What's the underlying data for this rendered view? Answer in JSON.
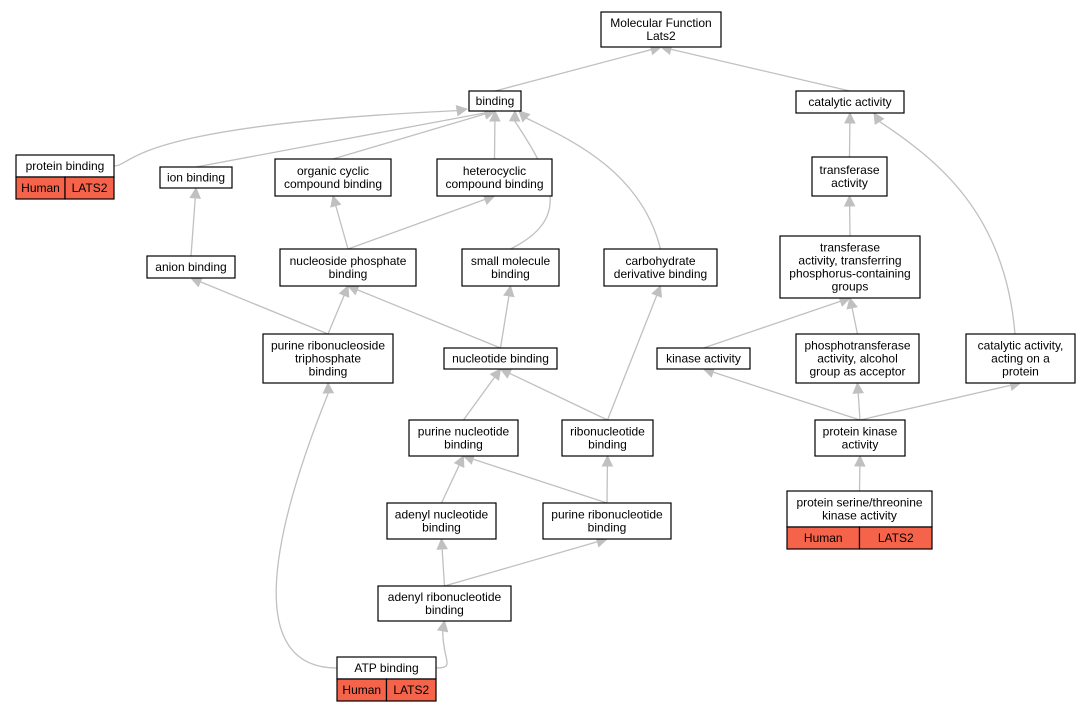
{
  "nodes": {
    "mf": [
      "Molecular Function",
      "Lats2"
    ],
    "binding": [
      "binding"
    ],
    "catalytic": [
      "catalytic activity"
    ],
    "protein_binding": [
      "protein binding"
    ],
    "ion_binding": [
      "ion binding"
    ],
    "organic_cyclic": [
      "organic cyclic",
      "compound binding"
    ],
    "heterocyclic": [
      "heterocyclic",
      "compound binding"
    ],
    "transferase": [
      "transferase",
      "activity"
    ],
    "anion_binding": [
      "anion binding"
    ],
    "nuc_phosphate": [
      "nucleoside phosphate",
      "binding"
    ],
    "small_molecule": [
      "small molecule",
      "binding"
    ],
    "carbohydrate": [
      "carbohydrate",
      "derivative binding"
    ],
    "transferase_p": [
      "transferase",
      "activity, transferring",
      "phosphorus-containing",
      "groups"
    ],
    "purine_rnt": [
      "purine ribonucleoside",
      "triphosphate",
      "binding"
    ],
    "nucleotide": [
      "nucleotide binding"
    ],
    "kinase": [
      "kinase activity"
    ],
    "phosphotransferase": [
      "phosphotransferase",
      "activity, alcohol",
      "group as acceptor"
    ],
    "catalytic_protein": [
      "catalytic activity,",
      "acting on a",
      "protein"
    ],
    "purine_nuc": [
      "purine nucleotide",
      "binding"
    ],
    "ribonuc": [
      "ribonucleotide",
      "binding"
    ],
    "protein_kinase": [
      "protein kinase",
      "activity"
    ],
    "adenyl_nuc": [
      "adenyl nucleotide",
      "binding"
    ],
    "purine_ribonuc": [
      "purine ribonucleotide",
      "binding"
    ],
    "ser_thr_kinase": [
      "protein serine/threonine",
      "kinase activity"
    ],
    "adenyl_ribonuc": [
      "adenyl ribonucleotide",
      "binding"
    ],
    "atp": [
      "ATP binding"
    ]
  },
  "annotation_cells": {
    "protein_binding": [
      "Human",
      "LATS2"
    ],
    "ser_thr_kinase": [
      "Human",
      "LATS2"
    ],
    "atp": [
      "Human",
      "LATS2"
    ]
  },
  "edges": [
    [
      "binding",
      "mf"
    ],
    [
      "catalytic",
      "mf"
    ],
    [
      "protein_binding",
      "binding"
    ],
    [
      "ion_binding",
      "binding"
    ],
    [
      "organic_cyclic",
      "binding"
    ],
    [
      "heterocyclic",
      "binding"
    ],
    [
      "small_molecule",
      "binding"
    ],
    [
      "carbohydrate",
      "binding"
    ],
    [
      "transferase",
      "catalytic"
    ],
    [
      "catalytic_protein",
      "catalytic"
    ],
    [
      "anion_binding",
      "ion_binding"
    ],
    [
      "nuc_phosphate",
      "organic_cyclic"
    ],
    [
      "nuc_phosphate",
      "heterocyclic"
    ],
    [
      "transferase_p",
      "transferase"
    ],
    [
      "purine_rnt",
      "anion_binding"
    ],
    [
      "purine_rnt",
      "nuc_phosphate"
    ],
    [
      "nucleotide",
      "nuc_phosphate"
    ],
    [
      "nucleotide",
      "small_molecule"
    ],
    [
      "ribonuc",
      "carbohydrate"
    ],
    [
      "kinase",
      "transferase_p"
    ],
    [
      "phosphotransferase",
      "transferase_p"
    ],
    [
      "purine_nuc",
      "nucleotide"
    ],
    [
      "ribonuc",
      "nucleotide"
    ],
    [
      "protein_kinase",
      "kinase"
    ],
    [
      "protein_kinase",
      "phosphotransferase"
    ],
    [
      "protein_kinase",
      "catalytic_protein"
    ],
    [
      "adenyl_nuc",
      "purine_nuc"
    ],
    [
      "purine_ribonuc",
      "purine_nuc"
    ],
    [
      "purine_ribonuc",
      "ribonuc"
    ],
    [
      "ser_thr_kinase",
      "protein_kinase"
    ],
    [
      "adenyl_ribonuc",
      "adenyl_nuc"
    ],
    [
      "adenyl_ribonuc",
      "purine_ribonuc"
    ],
    [
      "atp",
      "purine_rnt"
    ],
    [
      "atp",
      "adenyl_ribonuc"
    ]
  ],
  "colors": {
    "edge": "#c0c0c0",
    "annotation": "#f4634a",
    "border": "#000000"
  }
}
